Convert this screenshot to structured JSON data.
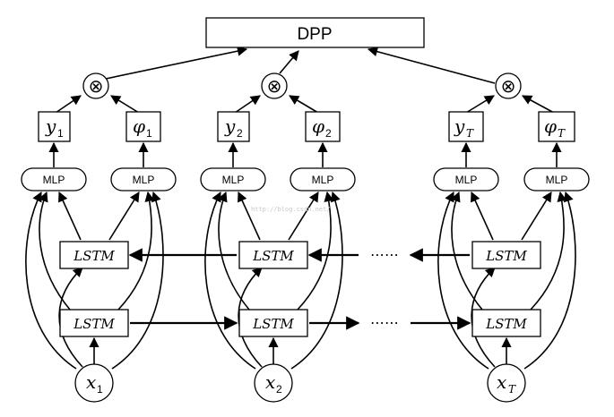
{
  "top_label": "DPP",
  "mlp_label": "MLP",
  "lstm_label": "LSTM",
  "columns": [
    {
      "y_sym": "y",
      "phi_sym": "φ",
      "x_sym": "x",
      "subscript": "1"
    },
    {
      "y_sym": "y",
      "phi_sym": "φ",
      "x_sym": "x",
      "subscript": "2"
    },
    {
      "y_sym": "y",
      "phi_sym": "φ",
      "x_sym": "x",
      "subscript": "T"
    }
  ],
  "product_symbol": "⊗",
  "ellipsis": "⋯⋯",
  "watermark": "http://blog.csdn.net/"
}
